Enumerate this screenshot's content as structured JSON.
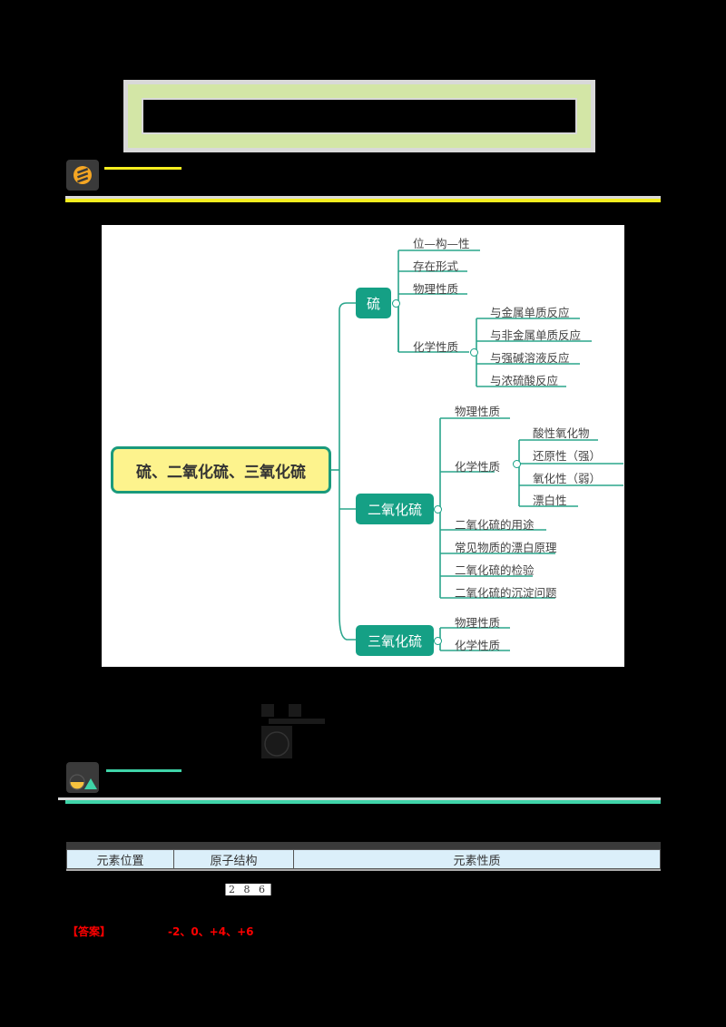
{
  "page": {
    "background": "#000000",
    "title_box": {
      "title": "",
      "border_accent": "#d3e6a6"
    },
    "sections": [
      {
        "id": "knowledge-map",
        "title": "",
        "icon": "gear-bulb-icon",
        "rule_color": "#f5ee1f"
      },
      {
        "id": "key-points",
        "title": "",
        "icon": "flask-triangle-icon",
        "rule_color": "#3fd4a8"
      }
    ]
  },
  "mindmap": {
    "root": "硫、二氧化硫、三氧化硫",
    "colors": {
      "main_node": "#15a085",
      "root_fill": "#fdf38d",
      "line": "#2aa58c"
    },
    "branches": [
      {
        "label": "硫",
        "children": [
          {
            "label": "位—构—性"
          },
          {
            "label": "存在形式"
          },
          {
            "label": "物理性质"
          },
          {
            "label": "化学性质",
            "children": [
              "与金属单质反应",
              "与非金属单质反应",
              "与强碱溶液反应",
              "与浓硫酸反应"
            ]
          }
        ]
      },
      {
        "label": "二氧化硫",
        "children": [
          {
            "label": "物理性质"
          },
          {
            "label": "化学性质",
            "children": [
              "酸性氧化物",
              "还原性（强）",
              "氧化性（弱）",
              "漂白性"
            ]
          },
          {
            "label": "二氧化硫的用途"
          },
          {
            "label": "常见物质的漂白原理"
          },
          {
            "label": "二氧化硫的检验"
          },
          {
            "label": "二氧化硫的沉淀问题"
          }
        ]
      },
      {
        "label": "三氧化硫",
        "children": [
          {
            "label": "物理性质"
          },
          {
            "label": "化学性质"
          }
        ]
      }
    ]
  },
  "table": {
    "headers": [
      "元素位置",
      "原子结构",
      "元素性质"
    ],
    "atomic_structure_shells": "2 8 6"
  },
  "answer": {
    "label": "【答案】",
    "text": "-2、0、+4、+6",
    "color": "#ff0000"
  }
}
